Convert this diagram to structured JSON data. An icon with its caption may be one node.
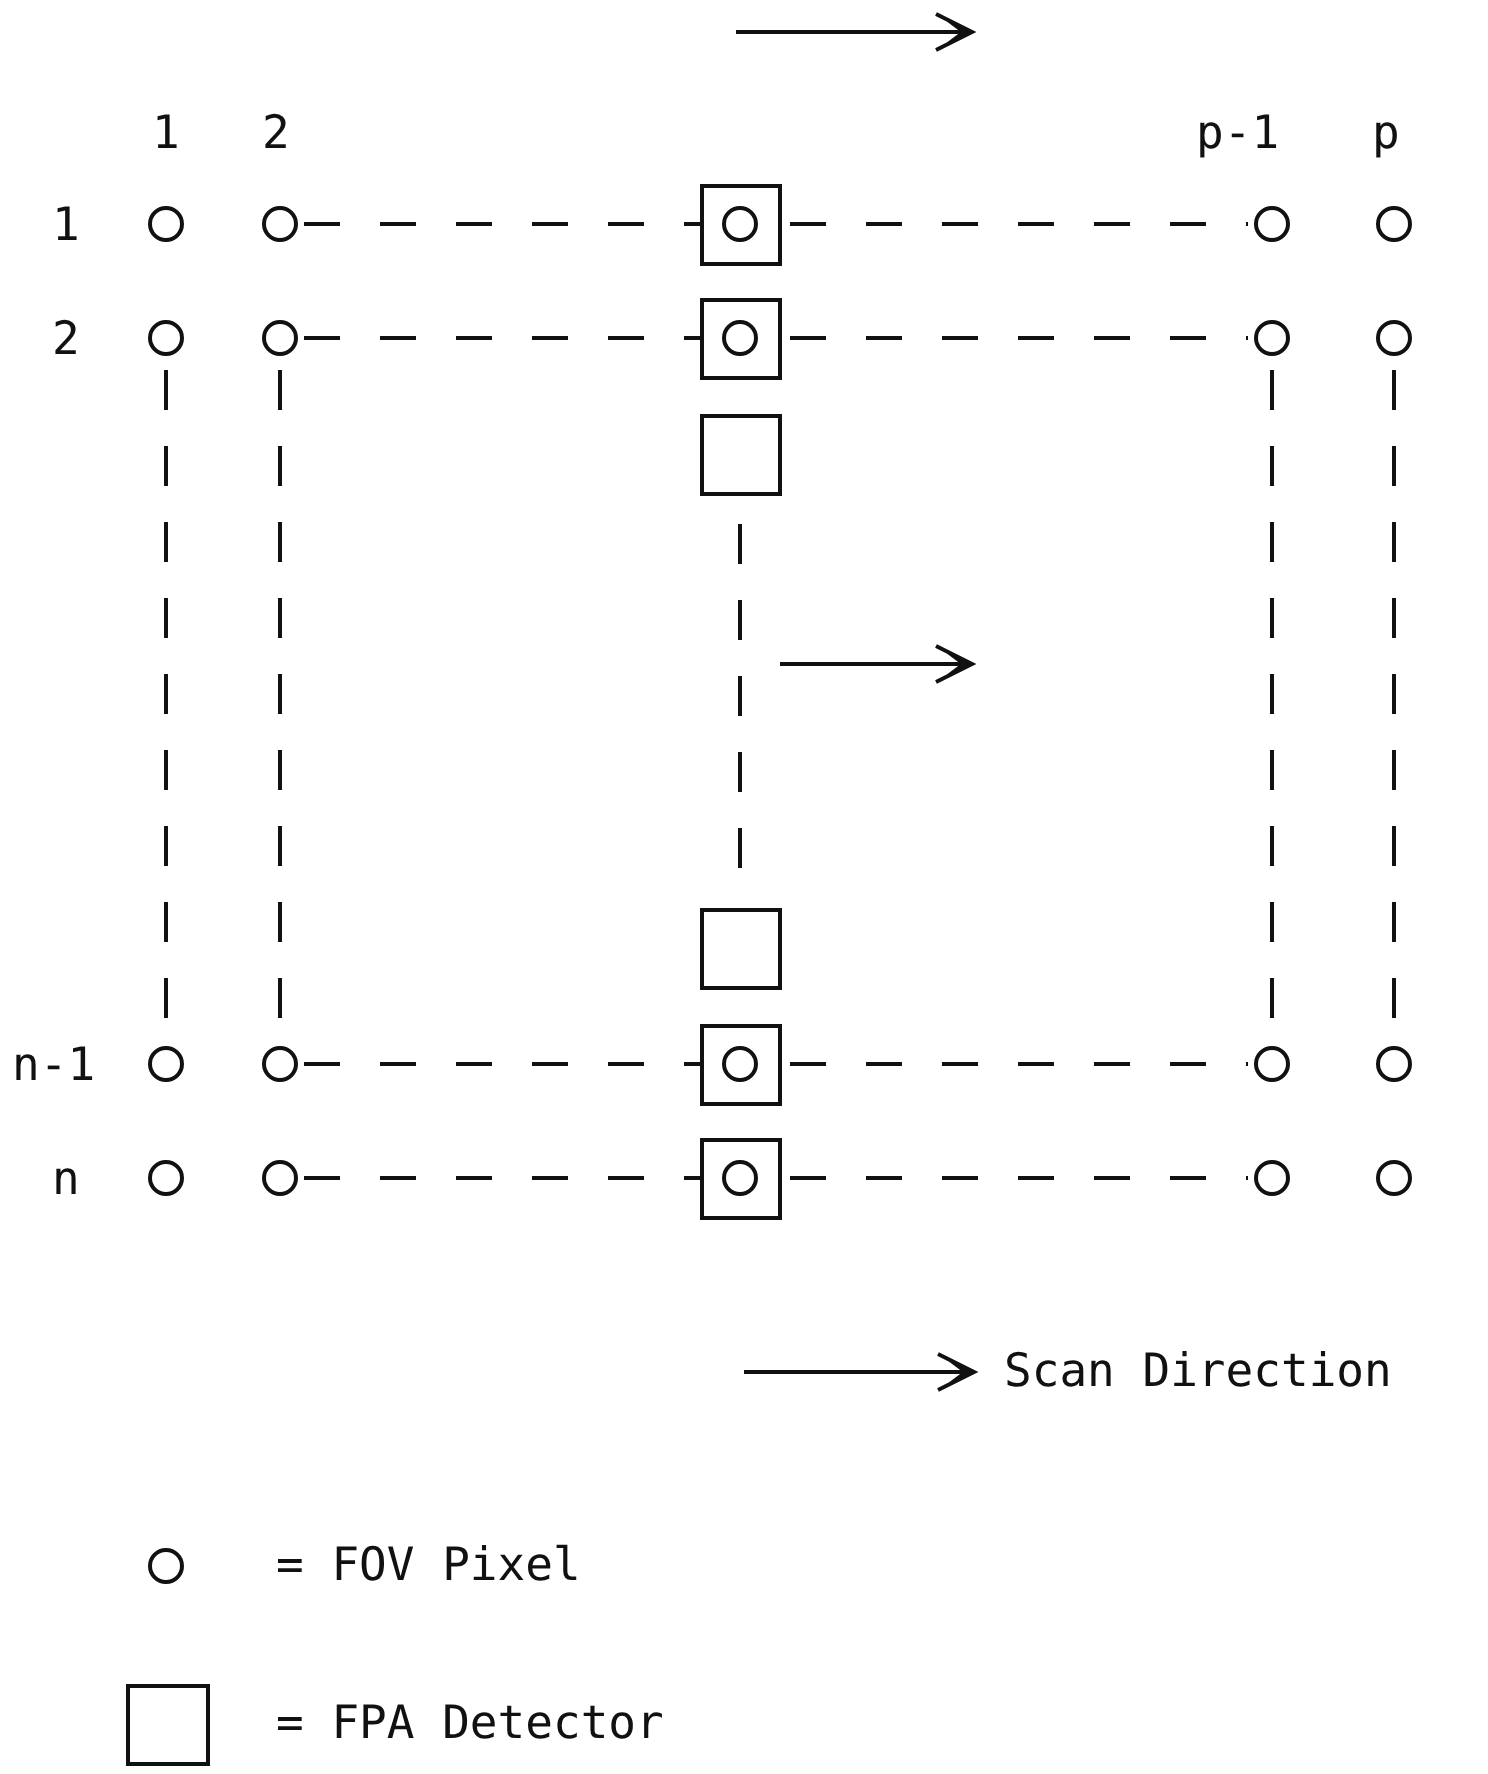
{
  "diagram": {
    "labels": [
      "1",
      "2",
      "p-1",
      "p",
      "1",
      "2",
      "n-1",
      "n",
      "Scan Direction"
    ],
    "legend": [
      {
        "text": "= FOV Pixel"
      },
      {
        "text": "= FPA Detector"
      }
    ]
  }
}
